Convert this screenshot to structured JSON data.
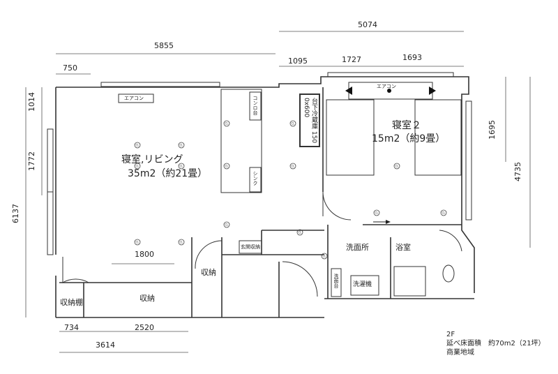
{
  "dimensions": {
    "top_total_right": "5074",
    "top_total_left": "5855",
    "top_750": "750",
    "top_1095": "1095",
    "top_1727": "1727",
    "top_1693": "1693",
    "left_1014": "1014",
    "left_1772": "1772",
    "left_6137": "6137",
    "right_1695": "1695",
    "right_4735": "4735",
    "interior_1800": "1800",
    "bottom_734": "734",
    "bottom_2520": "2520",
    "bottom_3614": "3614"
  },
  "rooms": {
    "living_name": "寝室,リビング",
    "living_area": "35m2（約21畳）",
    "bedroom2_name": "寝室２",
    "bedroom2_area": "15m2（約9畳）",
    "washroom": "洗面所",
    "bathroom": "浴室",
    "storage_mid": "収納",
    "storage_bottom": "収納",
    "storage_shelf": "収納棚"
  },
  "labels": {
    "aircon_1": "エアコン",
    "aircon_2": "エアコン",
    "stove": "コンロ台",
    "sink": "シンク",
    "fridge": "台下冷蔵庫 1500x600",
    "entrance_storage": "玄関収納",
    "washing_machine": "洗濯機",
    "washstand": "洗面台",
    "cl": "CL"
  },
  "info": {
    "floor": "2F",
    "floor_area": "延べ床面積　約70m2（21坪）",
    "zone": "商業地域"
  }
}
